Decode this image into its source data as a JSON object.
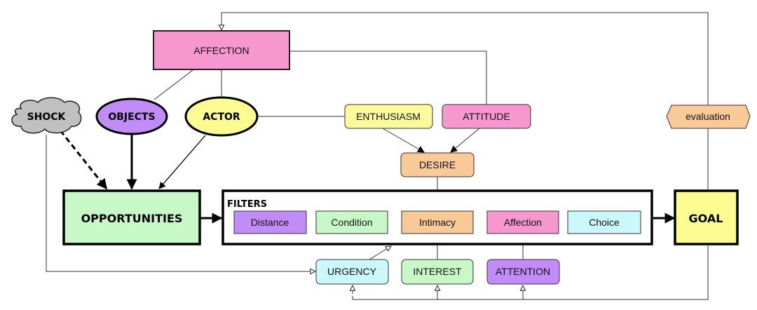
{
  "nodes": {
    "affection_top": {
      "label": "AFFECTION",
      "color": "#f797cf"
    },
    "shock": {
      "label": "SHOCK",
      "color": "#c0c0c0"
    },
    "objects": {
      "label": "OBJECTS",
      "color": "#c28cf8"
    },
    "actor": {
      "label": "ACTOR",
      "color": "#fbfb91"
    },
    "enthusiasm": {
      "label": "ENTHUSIASM",
      "color": "#fbfb9b"
    },
    "attitude": {
      "label": "ATTITUDE",
      "color": "#f797cf"
    },
    "evaluation": {
      "label": "evaluation",
      "color": "#f9c998"
    },
    "desire": {
      "label": "DESIRE",
      "color": "#f9c998"
    },
    "opportunities": {
      "label": "OPPORTUNITIES",
      "color": "#c8f8c8"
    },
    "goal": {
      "label": "GOAL",
      "color": "#fbfb91"
    },
    "urgency": {
      "label": "URGENCY",
      "color": "#ccf8fb"
    },
    "interest": {
      "label": "INTEREST",
      "color": "#c8f8c8"
    },
    "attention": {
      "label": "ATTENTION",
      "color": "#c28cf8"
    }
  },
  "filters": {
    "title": "FILTERS",
    "items": [
      {
        "label": "Distance",
        "color": "#c28cf8"
      },
      {
        "label": "Condition",
        "color": "#c8f8c8"
      },
      {
        "label": "Intimacy",
        "color": "#f9c998"
      },
      {
        "label": "Affection",
        "color": "#f797cf"
      },
      {
        "label": "Choice",
        "color": "#ccf8fb"
      }
    ]
  }
}
